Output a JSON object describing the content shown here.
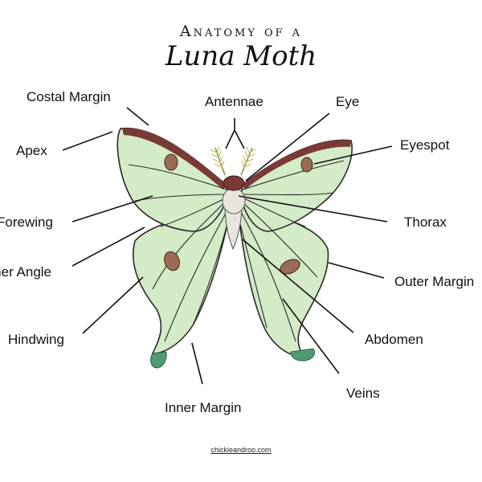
{
  "header": {
    "title_top": "Anatomy of a",
    "title_main": "Luna Moth"
  },
  "labels": {
    "costal_margin": "Costal Margin",
    "antennae": "Antennae",
    "eye": "Eye",
    "apex": "Apex",
    "eyespot": "Eyespot",
    "forewing": "Forewing",
    "thorax": "Thorax",
    "inner_angle": "Inner Angle",
    "outer_margin": "Outer Margin",
    "hindwing": "Hindwing",
    "abdomen": "Abdomen",
    "inner_margin": "Inner Margin",
    "veins": "Veins"
  },
  "footer": {
    "credit": "chickieandroo.com"
  },
  "colors": {
    "wing": "#d3ebc6",
    "wing_edge": "#2a2a2a",
    "costa": "#7a3a35",
    "eyespot": "#9b6b55",
    "tail": "#4f9a72",
    "body": "#e9e4dc",
    "antenna": "#c9c66c"
  }
}
